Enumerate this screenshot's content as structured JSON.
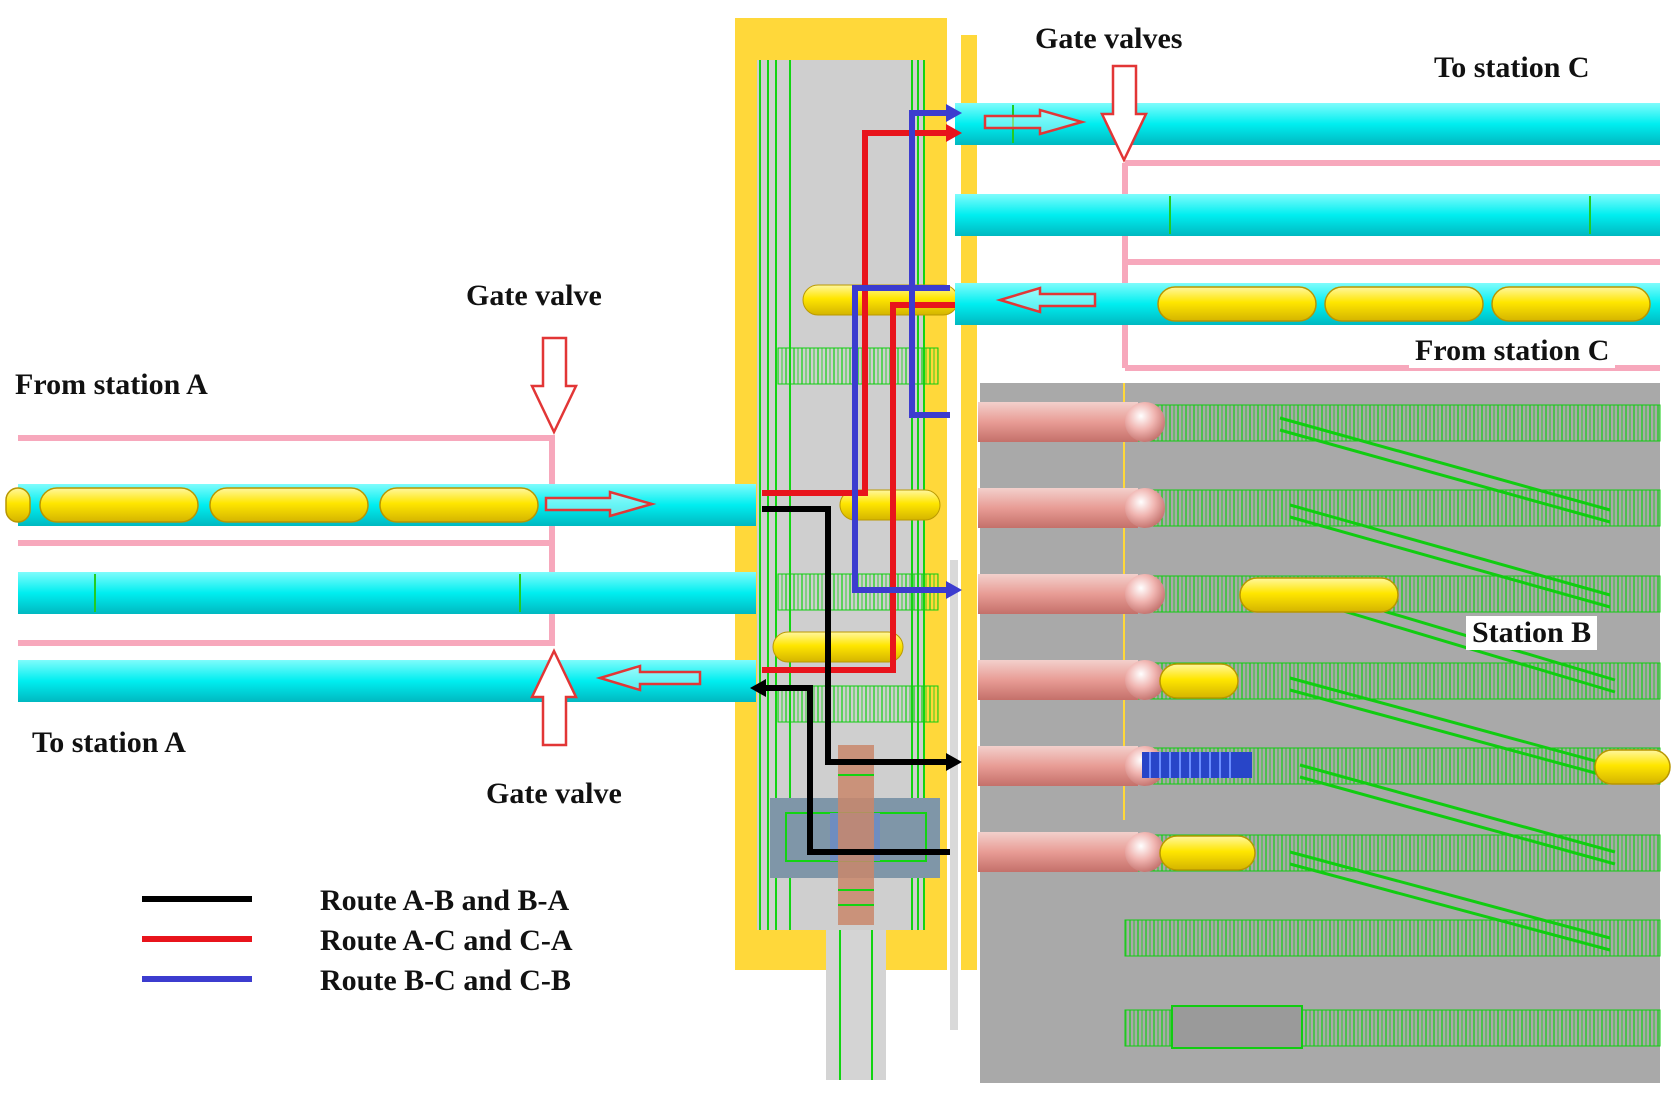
{
  "labels": {
    "from_station_a": "From station A",
    "to_station_a": "To station A",
    "gate_valve_top": "Gate valve",
    "gate_valve_bottom": "Gate valve",
    "gate_valves": "Gate valves",
    "to_station_c": "To station C",
    "from_station_c": "From station C",
    "station_b": "Station B"
  },
  "legend": [
    {
      "label": "Route A-B and B-A",
      "color": "#000000"
    },
    {
      "label": "Route A-C and C-A",
      "color": "#e8141c"
    },
    {
      "label": "Route B-C and C-B",
      "color": "#3c3ccf"
    }
  ],
  "colors": {
    "track": "#00f0f0",
    "vehicle": "#ffe900",
    "pink_line": "#f7a8bc",
    "valve_arrow": "#e23636",
    "shaft": "#ffd83a",
    "station_floor": "#a9a9a9",
    "cylinder": "#e9a6a0",
    "green_rail": "#11d611"
  }
}
